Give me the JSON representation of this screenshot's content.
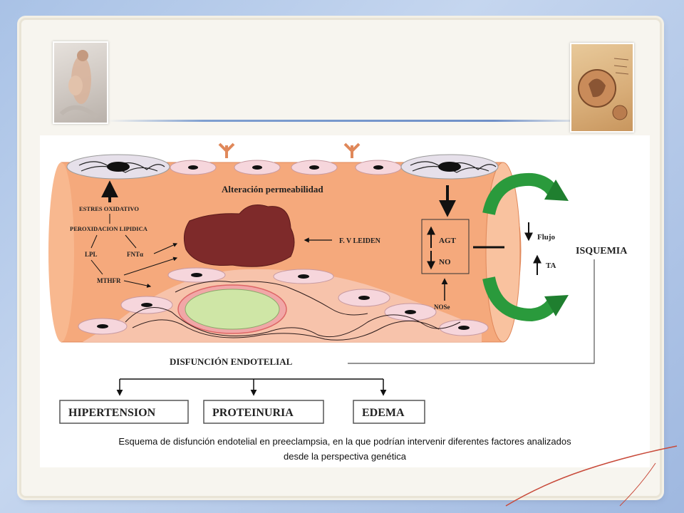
{
  "diagram": {
    "labels": {
      "permeability": "Alteración permeabilidad",
      "oxidative_stress": "ESTRES OXIDATIVO",
      "lipid_peroxidation": "PEROXIDACION LIPIDICA",
      "lpl": "LPL",
      "fnt": "FNTα",
      "mthfr": "MTHFR",
      "fvleiden": "F. V LEIDEN",
      "agt": "AGT",
      "no": "NO",
      "nos": "NOSe",
      "flujo": "Flujo",
      "ta": "TA",
      "ischemia": "ISQUEMIA",
      "endothelial_dysfunction": "DISFUNCIÓN ENDOTELIAL",
      "hypertension": "HIPERTENSION",
      "proteinuria": "PROTEINURIA",
      "edema": "EDEMA"
    },
    "caption_line1": "Esquema de disfunción endotelial en preeclampsia, en la que podrían intervenir diferentes factores  analizados",
    "caption_line2": "desde la perspectiva genética"
  },
  "colors": {
    "vessel": "#f5a97c",
    "cell": "#f6d6dc",
    "nucleus": "#111111",
    "clot": "#7e2a2a",
    "plaque": "#cfe6a6",
    "flow_arrow": "#2a9a3c",
    "slide_background": "#f7f5ef"
  },
  "icons": [
    "photo-pregnant-woman",
    "photo-fetus-drawing"
  ]
}
